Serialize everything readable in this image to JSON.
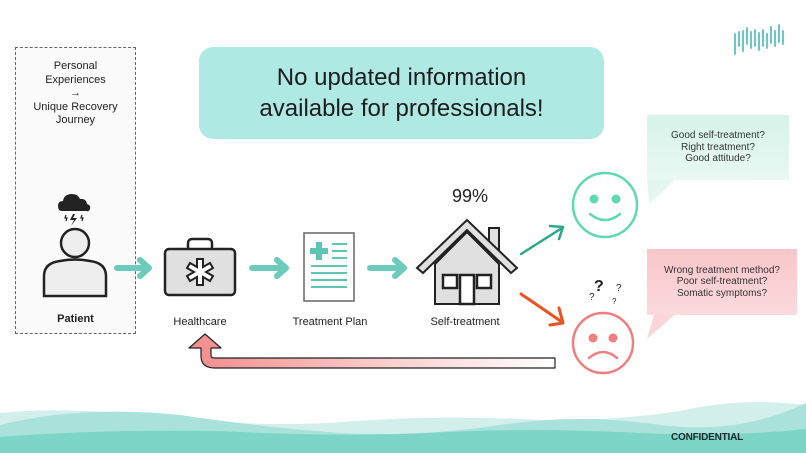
{
  "headline": {
    "line1": "No updated information",
    "line2": "available for professionals!"
  },
  "patient_box": {
    "description_lines": [
      "Personal",
      "Experiences",
      "→",
      "Unique Recovery",
      "Journey"
    ],
    "label": "Patient",
    "icon": "person-with-storm-cloud-icon"
  },
  "flow_steps": [
    {
      "label": "Healthcare",
      "icon": "medical-kit-icon"
    },
    {
      "label": "Treatment Plan",
      "icon": "document-with-cross-icon"
    },
    {
      "label": "Self-treatment",
      "icon": "house-icon",
      "stat": "99%"
    }
  ],
  "outcomes": {
    "good": {
      "icon": "smiley-face-icon",
      "questions": [
        "Good self-treatment?",
        "Right treatment?",
        "Good attitude?"
      ],
      "color": "#5fd9b0"
    },
    "bad": {
      "icon": "sad-face-icon",
      "questions": [
        "Wrong treatment method?",
        "Poor self-treatment?",
        "Somatic symptoms?"
      ],
      "question_marks": [
        "?",
        "?",
        "?",
        "?"
      ],
      "color": "#ef7f7f"
    }
  },
  "colors": {
    "teal_arrow": "#6ccbbd",
    "headline_bg": "#aee9e4",
    "good_arrow": "#2aa88a",
    "bad_arrow": "#e9531f",
    "feedback_arrow": "#f28c8c",
    "wave": "#7dd5c8"
  },
  "footer": {
    "confidential": "CONFIDENTIAL",
    "logo": "sound-wave-logo-icon"
  }
}
